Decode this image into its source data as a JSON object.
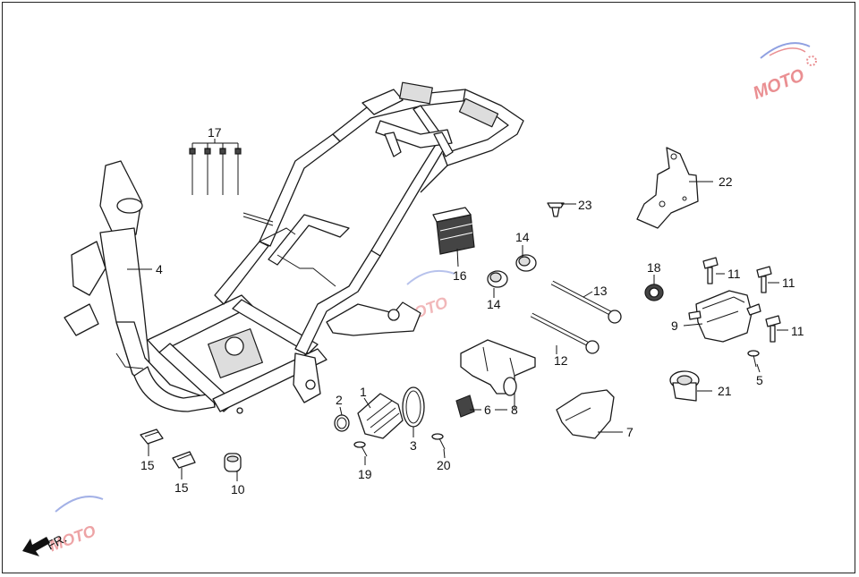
{
  "diagram": {
    "callouts": [
      {
        "id": "p17",
        "label": "17"
      },
      {
        "id": "p4",
        "label": "4"
      },
      {
        "id": "p16",
        "label": "16"
      },
      {
        "id": "p14a",
        "label": "14"
      },
      {
        "id": "p14b",
        "label": "14"
      },
      {
        "id": "p13",
        "label": "13"
      },
      {
        "id": "p12",
        "label": "12"
      },
      {
        "id": "p23",
        "label": "23"
      },
      {
        "id": "p22",
        "label": "22"
      },
      {
        "id": "p18",
        "label": "18"
      },
      {
        "id": "p11a",
        "label": "11"
      },
      {
        "id": "p11b",
        "label": "11"
      },
      {
        "id": "p11c",
        "label": "11"
      },
      {
        "id": "p9",
        "label": "9"
      },
      {
        "id": "p5",
        "label": "5"
      },
      {
        "id": "p21",
        "label": "21"
      },
      {
        "id": "p2",
        "label": "2"
      },
      {
        "id": "p1",
        "label": "1"
      },
      {
        "id": "p3",
        "label": "3"
      },
      {
        "id": "p6",
        "label": "6"
      },
      {
        "id": "p8",
        "label": "8"
      },
      {
        "id": "p7",
        "label": "7"
      },
      {
        "id": "p19",
        "label": "19"
      },
      {
        "id": "p20",
        "label": "20"
      },
      {
        "id": "p15a",
        "label": "15"
      },
      {
        "id": "p15b",
        "label": "15"
      },
      {
        "id": "p10",
        "label": "10"
      }
    ],
    "direction_label": "FR.",
    "watermark_text": "MOTO",
    "watermark_colors": {
      "red": "#d9353a",
      "blue": "#3553c9"
    }
  }
}
